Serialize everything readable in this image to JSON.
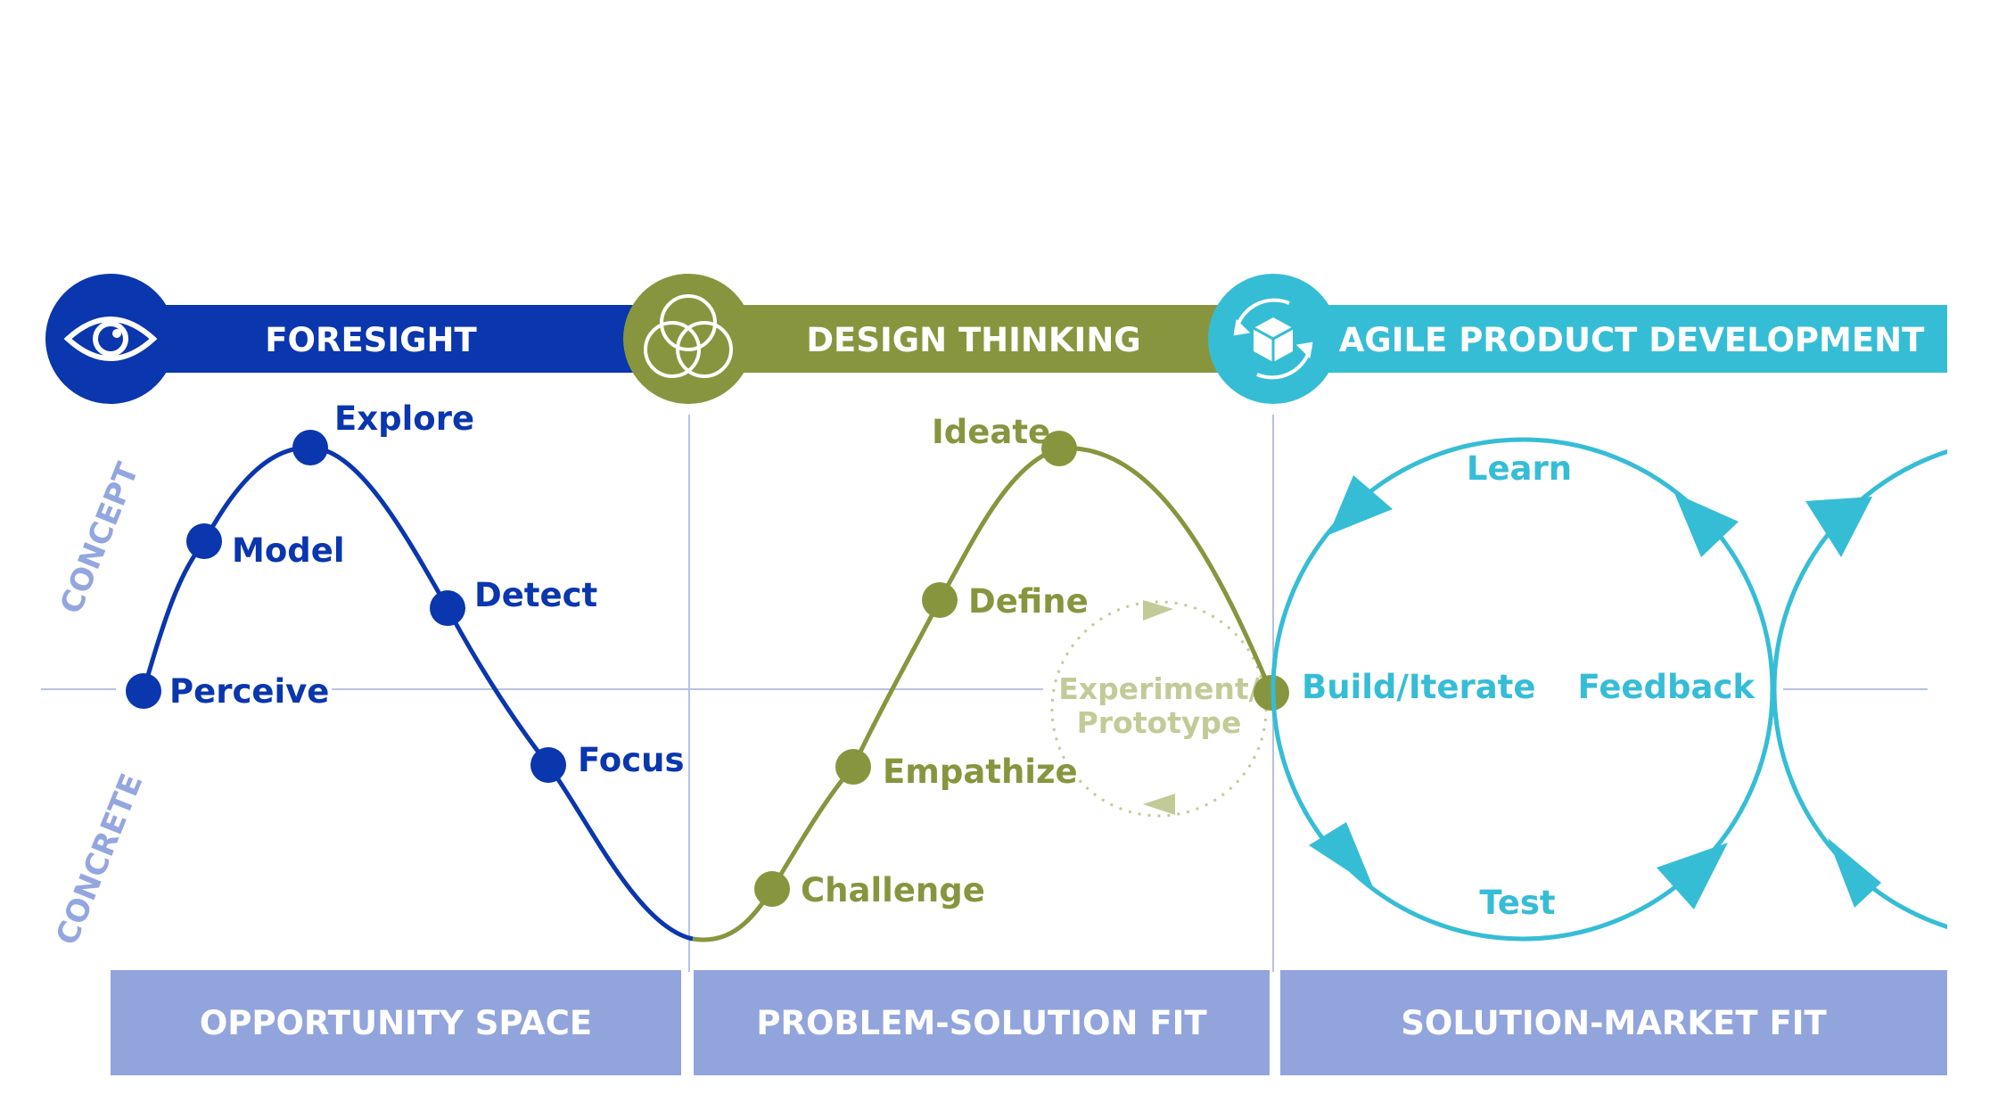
{
  "colors": {
    "foresight": "#0a36ae",
    "design": "#87963e",
    "agile": "#36bdd6",
    "experiment": "#c2cb97",
    "axis_label": "#94a6df",
    "divider": "#b7c2e0",
    "footer": "#92a4dc"
  },
  "header": {
    "foresight": {
      "label": "FORESIGHT",
      "icon": "eye-icon"
    },
    "design_thinking": {
      "label": "DESIGN THINKING",
      "icon": "venn-circles-icon"
    },
    "agile": {
      "label": "AGILE PRODUCT DEVELOPMENT",
      "icon": "cube-cycle-icon"
    }
  },
  "axis": {
    "concept": "CONCEPT",
    "concrete": "CONCRETE"
  },
  "foresight_steps": {
    "perceive": "Perceive",
    "model": "Model",
    "explore": "Explore",
    "detect": "Detect",
    "focus": "Focus"
  },
  "design_steps": {
    "challenge": "Challenge",
    "empathize": "Empathize",
    "define": "Define",
    "ideate": "Ideate",
    "experiment_line1": "Experiment/",
    "experiment_line2": "Prototype"
  },
  "agile_steps": {
    "learn": "Learn",
    "build": "Build/Iterate",
    "feedback": "Feedback",
    "test": "Test"
  },
  "footer": {
    "opportunity": "OPPORTUNITY SPACE",
    "problem_solution": "PROBLEM-SOLUTION FIT",
    "solution_market": "SOLUTION-MARKET FIT"
  }
}
